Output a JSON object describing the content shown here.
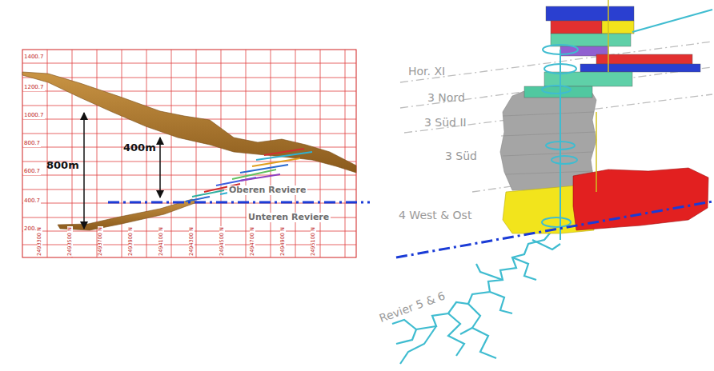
{
  "diagram": {
    "labels": [
      "1400.7",
      "1200.7",
      "1000.7",
      "800.7",
      "600.7",
      "400.7",
      "200.7",
      "2493300 N",
      "2493500 N",
      "2493700 N",
      "2493900 N",
      "2494100 N",
      "2494300 N",
      "2494500 N",
      "2494700 N",
      "2494900 N",
      "2495100 N",
      "800m",
      "400m",
      "Oberen Reviere",
      "Unteren Reviere",
      "Hor. XI",
      "3 Nord",
      "3 Süd II",
      "3 Süd",
      "4 West & Ost",
      "Revier 5 & 6"
    ]
  }
}
